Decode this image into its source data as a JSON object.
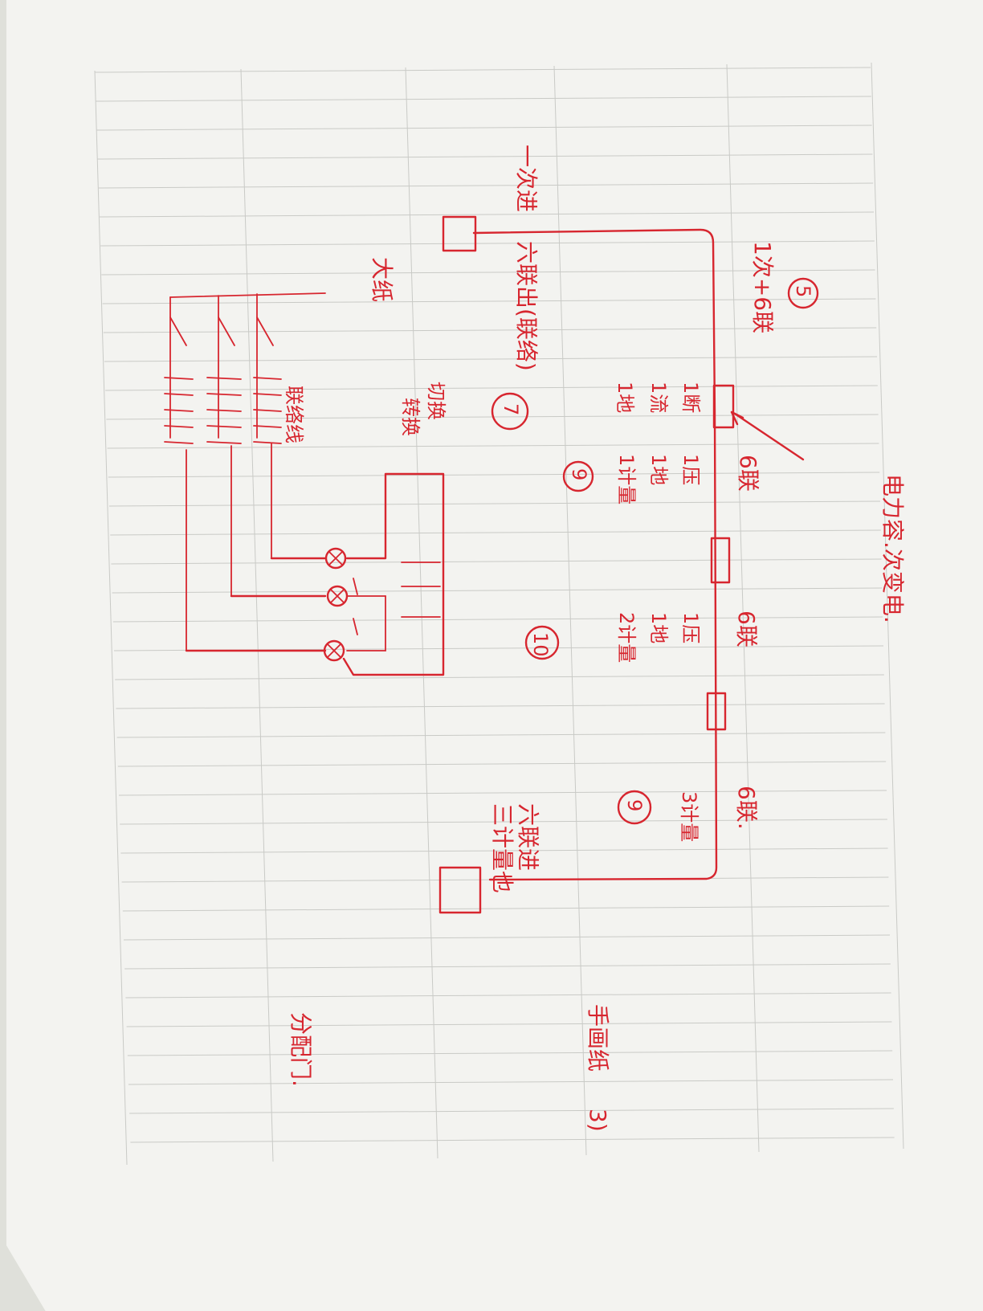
{
  "diagram": {
    "labels": {
      "yi_ci_jin": "一次进",
      "ci6_lian": "1次+6联",
      "num_5": "5",
      "liu_lian_chu": "六联出(联络)",
      "big_7": "7",
      "hang1": "1断",
      "hang2": "1流",
      "hang3": "1地",
      "hang_b1": "1压",
      "hang_b2": "1地",
      "hang_b3": "1计量",
      "num_9a": "9",
      "lian6_a": "6联",
      "dianrong": "电力容.次变电.",
      "num_10": "10",
      "hang_c1": "1压",
      "hang_c2": "1地",
      "hang_c3": "2计量",
      "lian6_b": "6联",
      "lian6_c": "6联.",
      "hang_d1": "3计量",
      "num_9b": "9",
      "liu_lian_jin": "六联进",
      "san_ji_liang": "三计量也",
      "da_ji": "大纸",
      "zhuan_huan": "转换",
      "bian_xian": "联络线",
      "qi_dong": "切换",
      "shou_ju": "手画纸",
      "fen_dian": "分配门.",
      "tail_num": "3)"
    }
  }
}
